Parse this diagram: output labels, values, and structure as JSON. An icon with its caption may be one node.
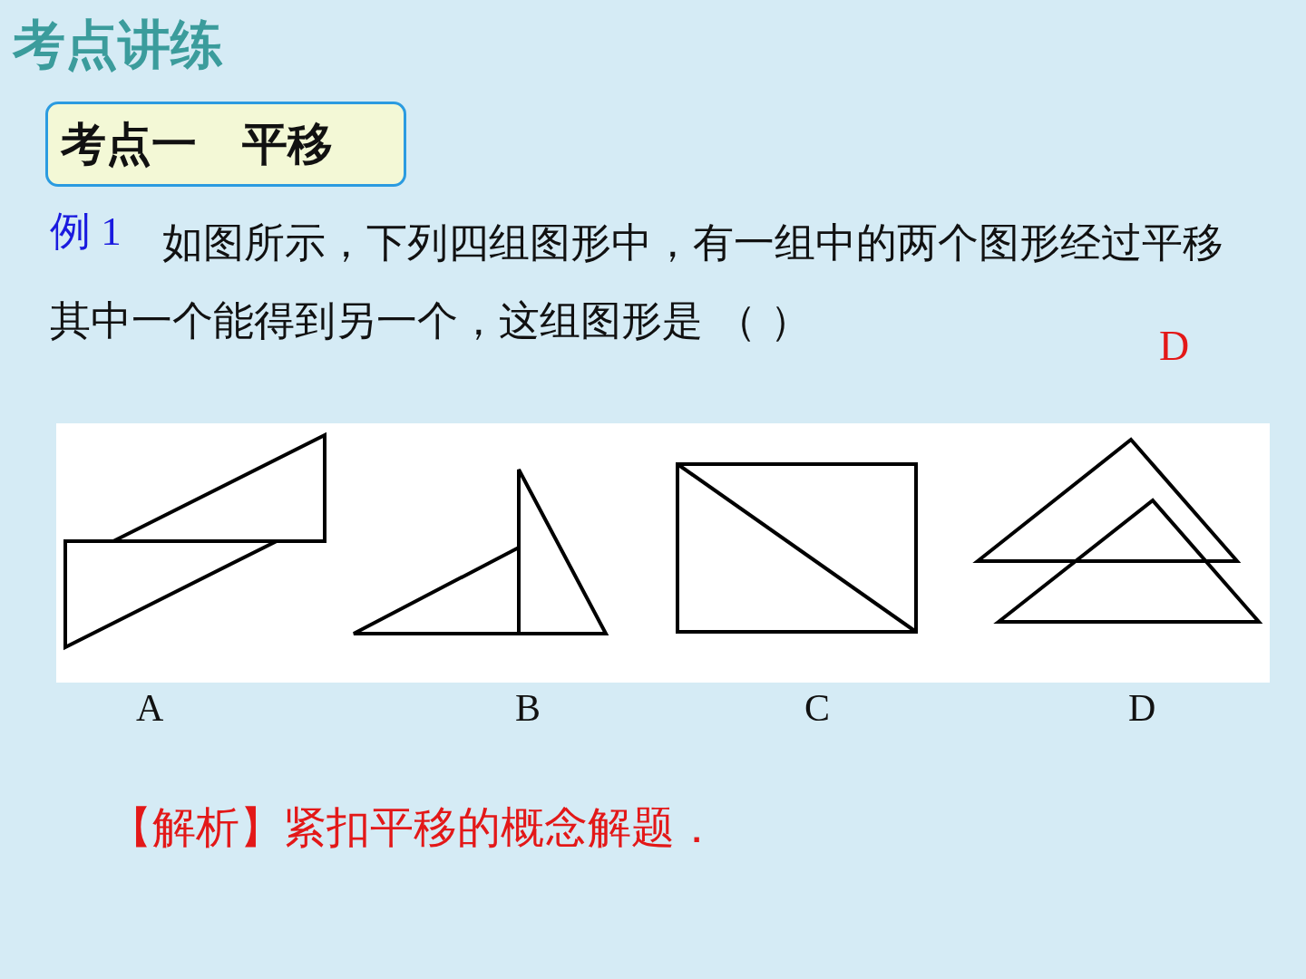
{
  "diagram": {
    "title": "考点讲练",
    "nodes": [
      {
        "text": [
          "考点一　平移"
        ]
      }
    ],
    "labels": [
      "例 1",
      "如图所示，下列四组图形中，有一组中的两个图形经过平移其中一个能得到另一个，这组图形是 （ ）",
      "D",
      "A",
      "B",
      "C",
      "D",
      "【解析】紧扣平移的概念解题．"
    ]
  }
}
